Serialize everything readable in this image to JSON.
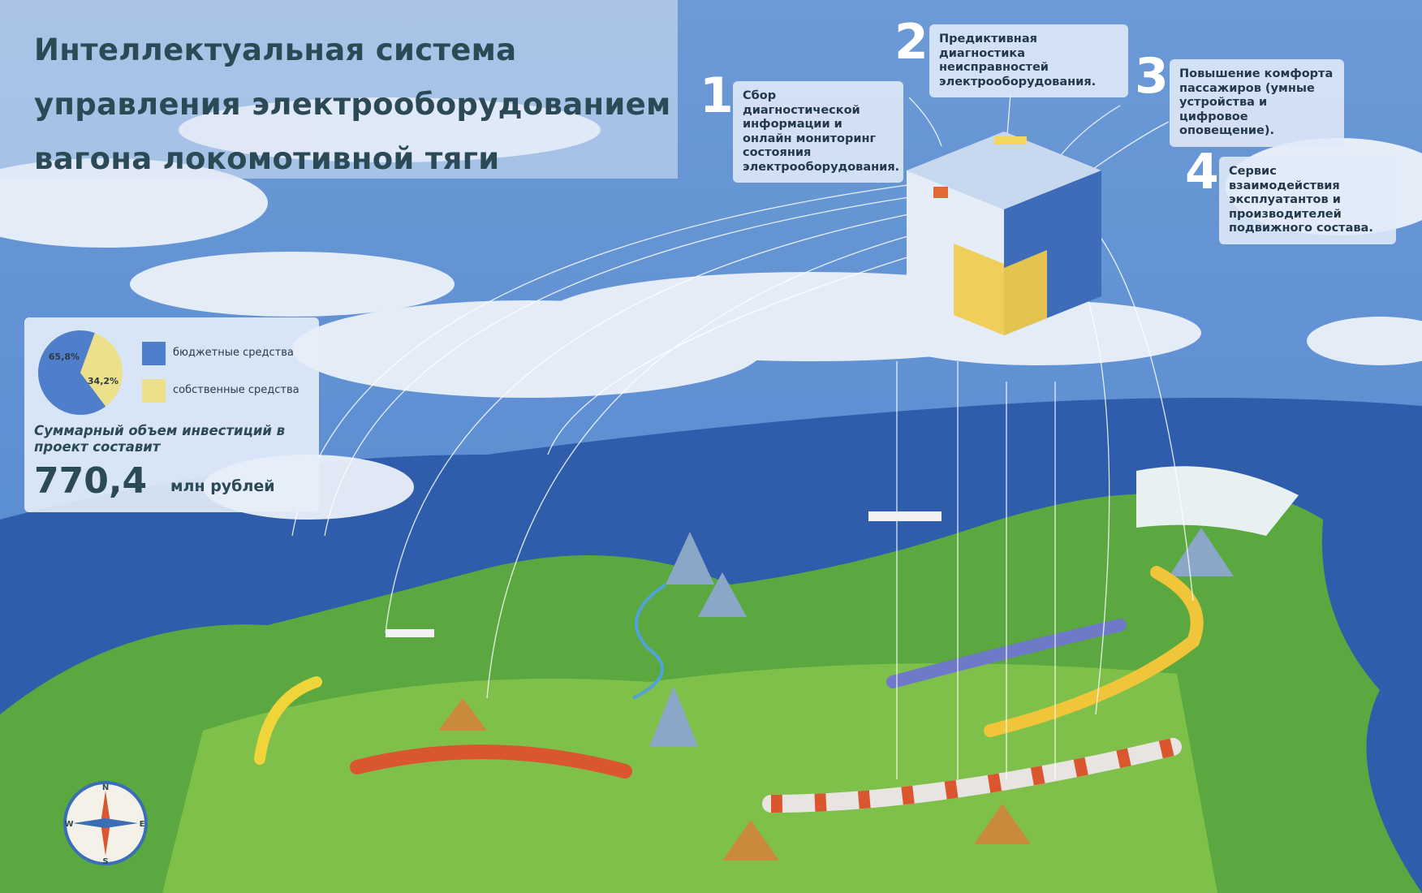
{
  "title": {
    "lines": [
      "Интеллектуальная система",
      "управления электрооборудованием",
      "вагона локомотивной тяги"
    ]
  },
  "features": [
    {
      "number": "1",
      "text": "Сбор диагностической информации и онлайн мониторинг состояния электрооборудования."
    },
    {
      "number": "2",
      "text": "Предиктивная диагностика неисправностей электрооборудования."
    },
    {
      "number": "3",
      "text": "Повышение комфорта пассажиров (умные устройства и цифровое оповещение)."
    },
    {
      "number": "4",
      "text": "Сервис взаимодействия эксплуатантов и производителей подвижного состава."
    }
  ],
  "investment": {
    "caption": "Суммарный объем инвестиций в проект составит",
    "value": "770,4",
    "unit": "млн рублей"
  },
  "compass": {
    "n": "N",
    "e": "E",
    "s": "S",
    "w": "W"
  },
  "chart_data": {
    "type": "pie",
    "title": "",
    "categories": [
      "бюджетные средства",
      "собственные средства"
    ],
    "values": [
      65.8,
      34.2
    ],
    "labels": [
      "65,8%",
      "34,2%"
    ],
    "colors": [
      "#4f7fca",
      "#ece08a"
    ],
    "legend": "right"
  }
}
